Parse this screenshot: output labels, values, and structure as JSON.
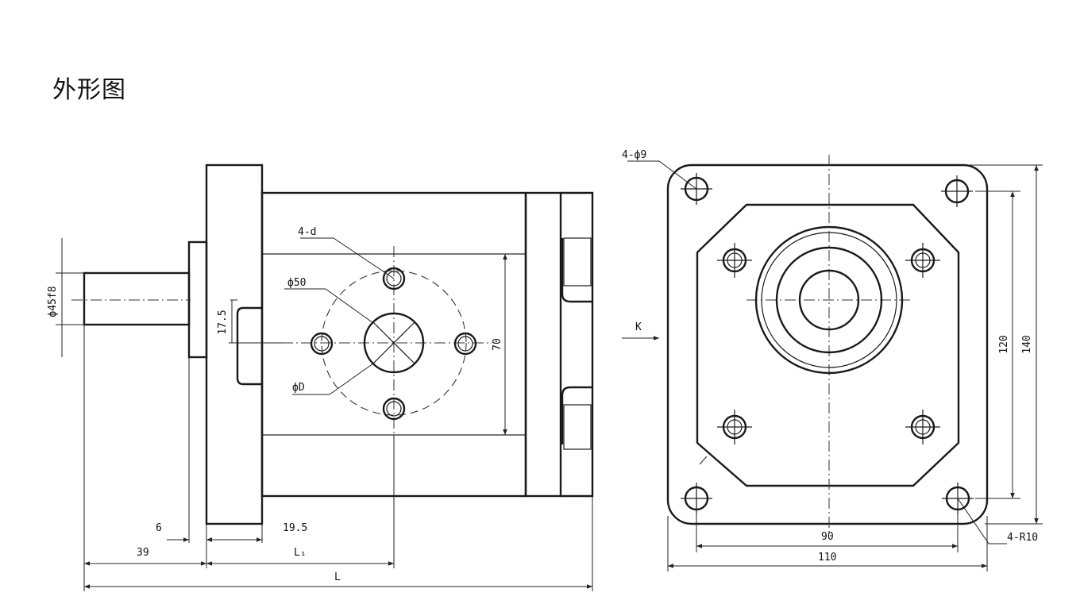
{
  "page": {
    "title": "外形图"
  },
  "side_view": {
    "labels": {
      "shaft_dia": "ф45f8",
      "hole_count": "4-d",
      "bolt_circle": "ф50",
      "port_dia": "фD",
      "offset": "17.5",
      "height": "70",
      "collar": "6",
      "flange_width": "19.5",
      "shaft_len": "39",
      "l1": "L₁",
      "total": "L"
    }
  },
  "front_view": {
    "labels": {
      "mount_holes": "4-ф9",
      "arrow": "K",
      "inner_width": "90",
      "outer_width": "110",
      "inner_height": "120",
      "outer_height": "140",
      "corner_radius": "4-R10"
    }
  }
}
